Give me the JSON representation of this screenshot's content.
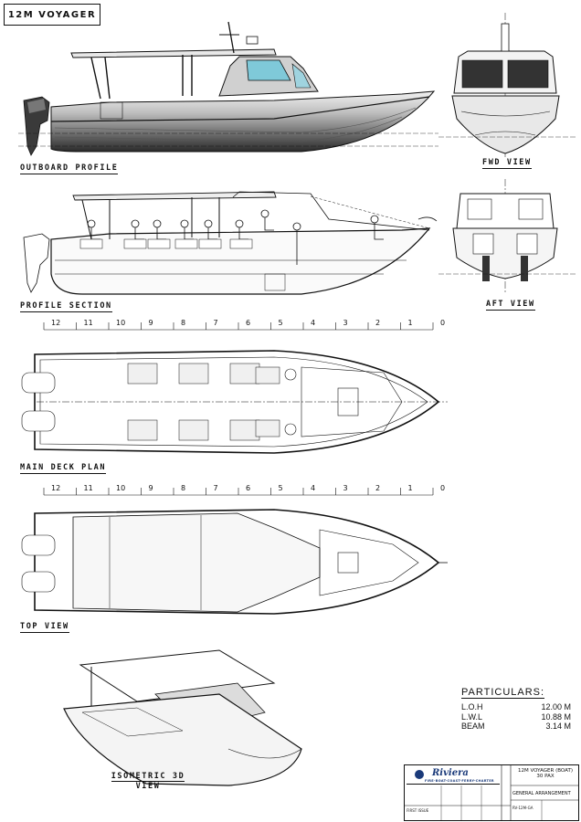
{
  "sheet": {
    "title": "12M VOYAGER"
  },
  "views": {
    "outboard_profile": "OUTBOARD PROFILE",
    "fwd_view": "FWD VIEW",
    "profile_section": "PROFILE SECTION",
    "aft_view": "AFT VIEW",
    "main_deck_plan": "MAIN DECK PLAN",
    "top_view": "TOP VIEW",
    "isometric_line1": "ISOMETRIC 3D",
    "isometric_line2": "VIEW"
  },
  "scale_numbers": [
    "12",
    "11",
    "10",
    "9",
    "8",
    "7",
    "6",
    "5",
    "4",
    "3",
    "2",
    "1",
    "0"
  ],
  "particulars": {
    "heading": "PARTICULARS:",
    "rows": [
      {
        "label": "L.O.H",
        "value": "12.00 M"
      },
      {
        "label": "L.W.L",
        "value": "10.88 M"
      },
      {
        "label": "BEAM",
        "value": "3.14 M"
      }
    ]
  },
  "title_block": {
    "brand": "Riviera",
    "tagline": "FIRE-BOAT-COAST-FERRY-CHARTER",
    "project_line1": "12M VOYAGER (BOAT)",
    "project_line2": "30 PAX",
    "drawing_title": "GENERAL ARRANGEMENT",
    "first_issue": "FIRST ISSUE",
    "drawing_no": "RV-12M-GA"
  },
  "colors": {
    "ink": "#111111",
    "hull_dark": "#2a2a2a",
    "hull_mid": "#8a8a8a",
    "hull_light": "#d6d6d6",
    "glass": "#7fc9d9",
    "brand_blue": "#1a3a7a"
  }
}
